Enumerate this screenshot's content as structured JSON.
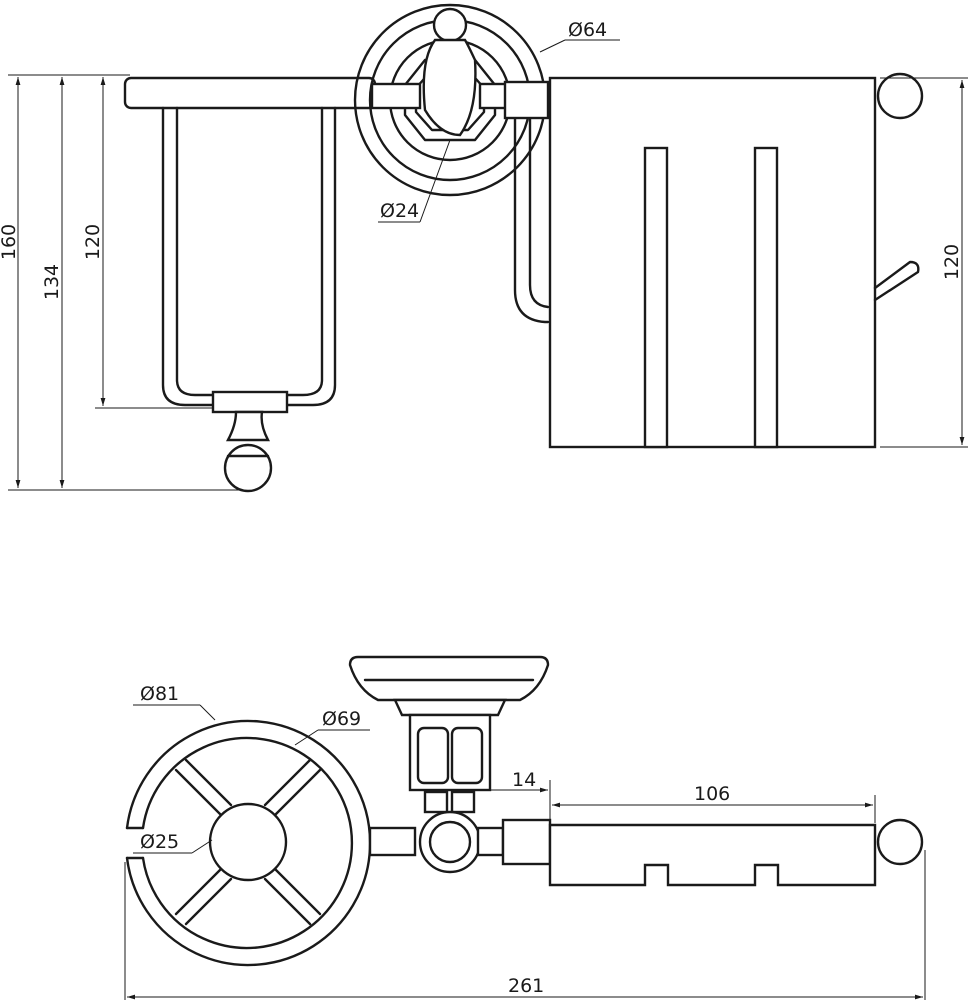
{
  "title": "Bathroom accessory set dimension drawing",
  "top_view": {
    "dim_overall_height": "160",
    "dim_cup_holder_height": "134",
    "dim_cup_height": "120",
    "dim_paper_holder_height": "120",
    "dim_rosette_diameter": "Ø64",
    "dim_post_diameter": "Ø24"
  },
  "plan_view": {
    "dim_outer_ring": "Ø81",
    "dim_inner_ring": "Ø69",
    "dim_hub": "Ø25",
    "dim_offset": "14",
    "dim_paper_bar_length": "106",
    "dim_overall_width": "261"
  },
  "colors": {
    "line": "#1a1a1a",
    "background": "#ffffff"
  }
}
